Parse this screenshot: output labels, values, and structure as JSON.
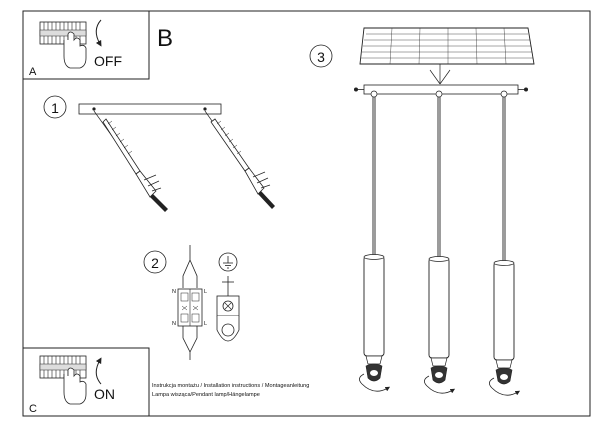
{
  "panels": {
    "A": {
      "letter": "A",
      "action": "OFF"
    },
    "B": {
      "letter": "B"
    },
    "C": {
      "letter": "C",
      "action": "ON"
    }
  },
  "steps": [
    {
      "number": "1"
    },
    {
      "number": "2"
    },
    {
      "number": "3"
    }
  ],
  "terminal_labels": {
    "neutral": "N",
    "live": "L"
  },
  "footer": {
    "line1": "Instrukcja montażu / Installation instructions / Montageanleitung",
    "line2": "Lampa wisząca/Pendant lamp/Hängelampe"
  },
  "icons": [
    "fuse-box-icon",
    "hand-icon",
    "rotate-arrow-icon",
    "ground-symbol-icon"
  ],
  "colors": {
    "line": "#222222",
    "background": "#ffffff"
  }
}
